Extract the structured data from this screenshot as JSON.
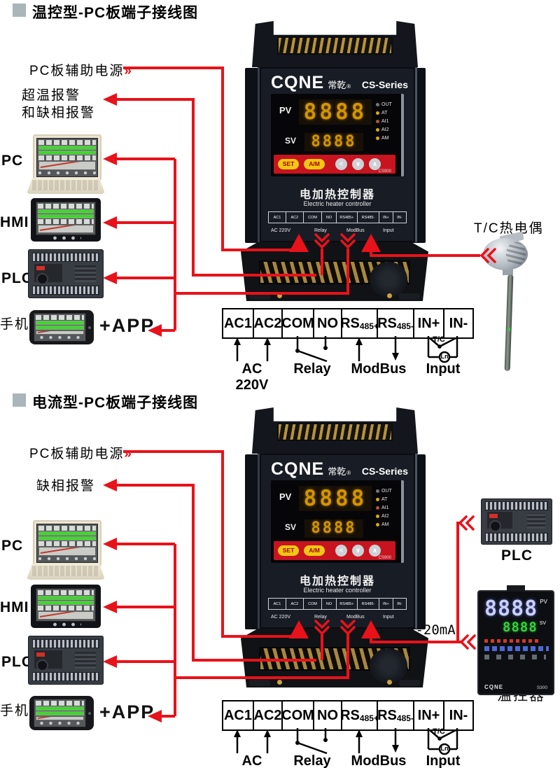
{
  "colors": {
    "red": "#e8121a",
    "bullet_gray": "#a9b5b9",
    "digit_amber": "#d29500"
  },
  "controller": {
    "brand": "CQNE",
    "brand_cn": "常乾",
    "reg": "®",
    "series": "CS-Series",
    "pv_label": "PV",
    "sv_label": "SV",
    "pv_value": "8888",
    "sv_value": "8888",
    "leds": [
      "OUT",
      "AT",
      "AI1",
      "AI2",
      "AM"
    ],
    "btn_set": "SET",
    "btn_am": "A/M",
    "btn_left": "<",
    "btn_down": "∨",
    "btn_up": "∧",
    "model": "CS900",
    "name_cn": "电加热控制器",
    "name_en": "Electric heater controller",
    "mini_terminals": [
      "AC1",
      "AC2",
      "COM",
      "NO",
      "RS485+",
      "RS485-",
      "IN+",
      "IN-"
    ],
    "mini_groups": [
      "AC 220V",
      "Relay",
      "ModBus",
      "Input"
    ]
  },
  "table": {
    "cells": [
      {
        "m": "AC1",
        "s": ""
      },
      {
        "m": "AC2",
        "s": ""
      },
      {
        "m": "COM",
        "s": ""
      },
      {
        "m": "NO",
        "s": ""
      },
      {
        "m": "RS",
        "s": "485+"
      },
      {
        "m": "RS",
        "s": "485-"
      },
      {
        "m": "IN+",
        "s": ""
      },
      {
        "m": "IN-",
        "s": ""
      }
    ],
    "groups": {
      "ac": "AC 220V",
      "relay": "Relay",
      "modbus": "ModBus",
      "input": "Input"
    },
    "tc": "T/C",
    "ln": "Ln"
  },
  "sections": [
    {
      "title": "温控型-PC板端子接线图",
      "aux_power": "PC板辅助电源",
      "arrow_glyph": "»",
      "alarm_line1": "超温报警",
      "alarm_line2": "和缺相报警",
      "pc": "PC",
      "hmi": "HMI",
      "plc": "PLC",
      "phone": "手机",
      "app": "+APP",
      "thermocouple": "T/C热电偶"
    },
    {
      "title": "电流型-PC板端子接线图",
      "aux_power": "PC板辅助电源",
      "arrow_glyph": "»",
      "alarm_line1": "缺相报警",
      "pc": "PC",
      "hmi": "HMI",
      "plc": "PLC",
      "phone": "手机",
      "app": "+APP",
      "right_plc": "PLC",
      "signal": "4-20mA",
      "temp_controller_label": "温控器",
      "temp_panel": {
        "pv_label": "PV",
        "sv_label": "SV",
        "pv": "8888",
        "sv": "8888",
        "brand": "CQNE",
        "model": "S300"
      }
    }
  ]
}
